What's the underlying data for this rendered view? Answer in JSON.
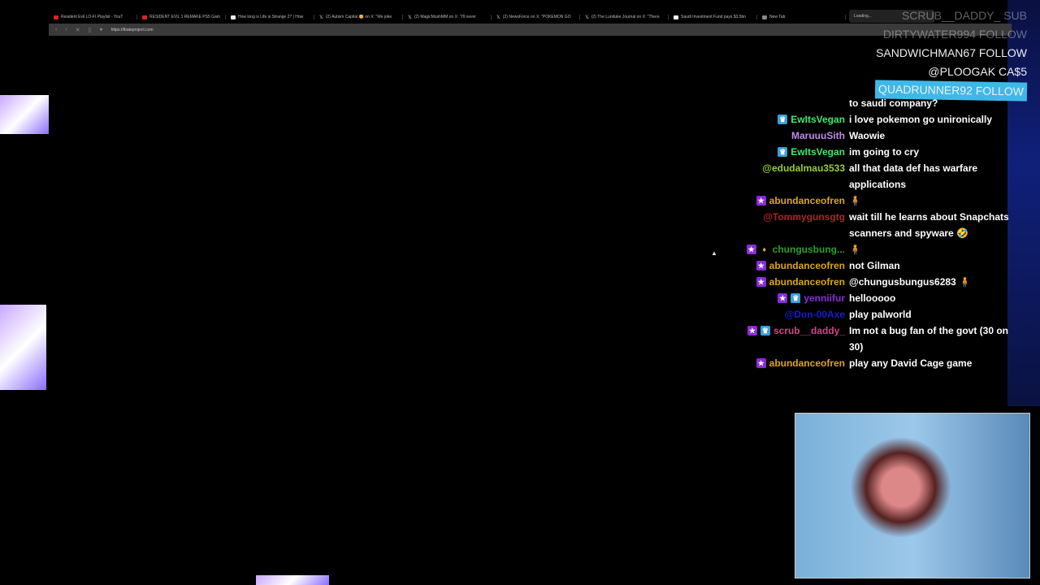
{
  "browser": {
    "tabs": [
      {
        "label": "Resident Evil LO-FI Playlist - YouT",
        "icon": "youtube-icon"
      },
      {
        "label": "RESIDENT EVIL 1 REMAKE PS5 Gam",
        "icon": "youtube-icon"
      },
      {
        "label": "How long is Life is Strange 2? | How",
        "icon": "page-icon"
      },
      {
        "label": "(2) Autism Capital 🌼 on X: \"We joke",
        "icon": "x-icon"
      },
      {
        "label": "(2) MagicMushMM on X: \"I'll never",
        "icon": "x-icon"
      },
      {
        "label": "(2) NewsForce on X: \"POKÉMON GO",
        "icon": "x-icon"
      },
      {
        "label": "(2) The Lunduke Journal on X: \"There",
        "icon": "x-icon"
      },
      {
        "label": "Saudi Investment Fund pays $3.5bn",
        "icon": "page-icon"
      },
      {
        "label": "New Tab",
        "icon": "brave-icon"
      }
    ],
    "loading_tab": "Loading...",
    "url": "https://tbateproject.com"
  },
  "alerts": [
    {
      "text": "SCRUB__DADDY_ SUB"
    },
    {
      "text": "DIRTYWATER994 FOLLOW"
    },
    {
      "text": "SANDWICHMAN67 FOLLOW"
    },
    {
      "text": "@PLOOGAK CA$5"
    },
    {
      "text": "QUADRUNNER92 FOLLOW"
    }
  ],
  "chat": [
    {
      "user": "",
      "color": "#fff",
      "badges": [],
      "msg": "to saudi company?"
    },
    {
      "user": "EwItsVegan",
      "color": "#3ee86a",
      "badges": [
        "crown"
      ],
      "msg": "i love pokemon go unironically"
    },
    {
      "user": "MaruuuSith",
      "color": "#c08ae8",
      "badges": [],
      "msg": "Waowie"
    },
    {
      "user": "EwItsVegan",
      "color": "#3ee86a",
      "badges": [
        "crown"
      ],
      "msg": "im going to cry"
    },
    {
      "user": "@edudalmau3533",
      "color": "#9acd32",
      "badges": [],
      "msg": "all that data def has warfare applications"
    },
    {
      "user": "abundanceofren",
      "color": "#daa520",
      "badges": [
        "star"
      ],
      "msg": "🧍"
    },
    {
      "user": "@Tommygunsgtg",
      "color": "#b22222",
      "badges": [],
      "msg": "wait till he learns about Snapchats scanners and spyware 🤣"
    },
    {
      "user": "chungusbung...",
      "color": "#2e9e2e",
      "badges": [
        "star",
        "gem"
      ],
      "msg": "🧍"
    },
    {
      "user": "abundanceofren",
      "color": "#daa520",
      "badges": [
        "star"
      ],
      "msg": "not Gilman"
    },
    {
      "user": "abundanceofren",
      "color": "#daa520",
      "badges": [
        "star"
      ],
      "msg": "@chungusbungus6283 🧍"
    },
    {
      "user": "yenniifur",
      "color": "#8a2be2",
      "badges": [
        "star",
        "crown"
      ],
      "msg": "hellooooo"
    },
    {
      "user": "@Don-00Axe",
      "color": "#1a1ad0",
      "badges": [],
      "msg": "play palworld"
    },
    {
      "user": "scrub__daddy_",
      "color": "#d8408a",
      "badges": [
        "star",
        "crown"
      ],
      "msg": "Im not a bug fan of the govt (30 on 30)"
    },
    {
      "user": "abundanceofren",
      "color": "#daa520",
      "badges": [
        "star"
      ],
      "msg": "play any David Cage game"
    }
  ]
}
